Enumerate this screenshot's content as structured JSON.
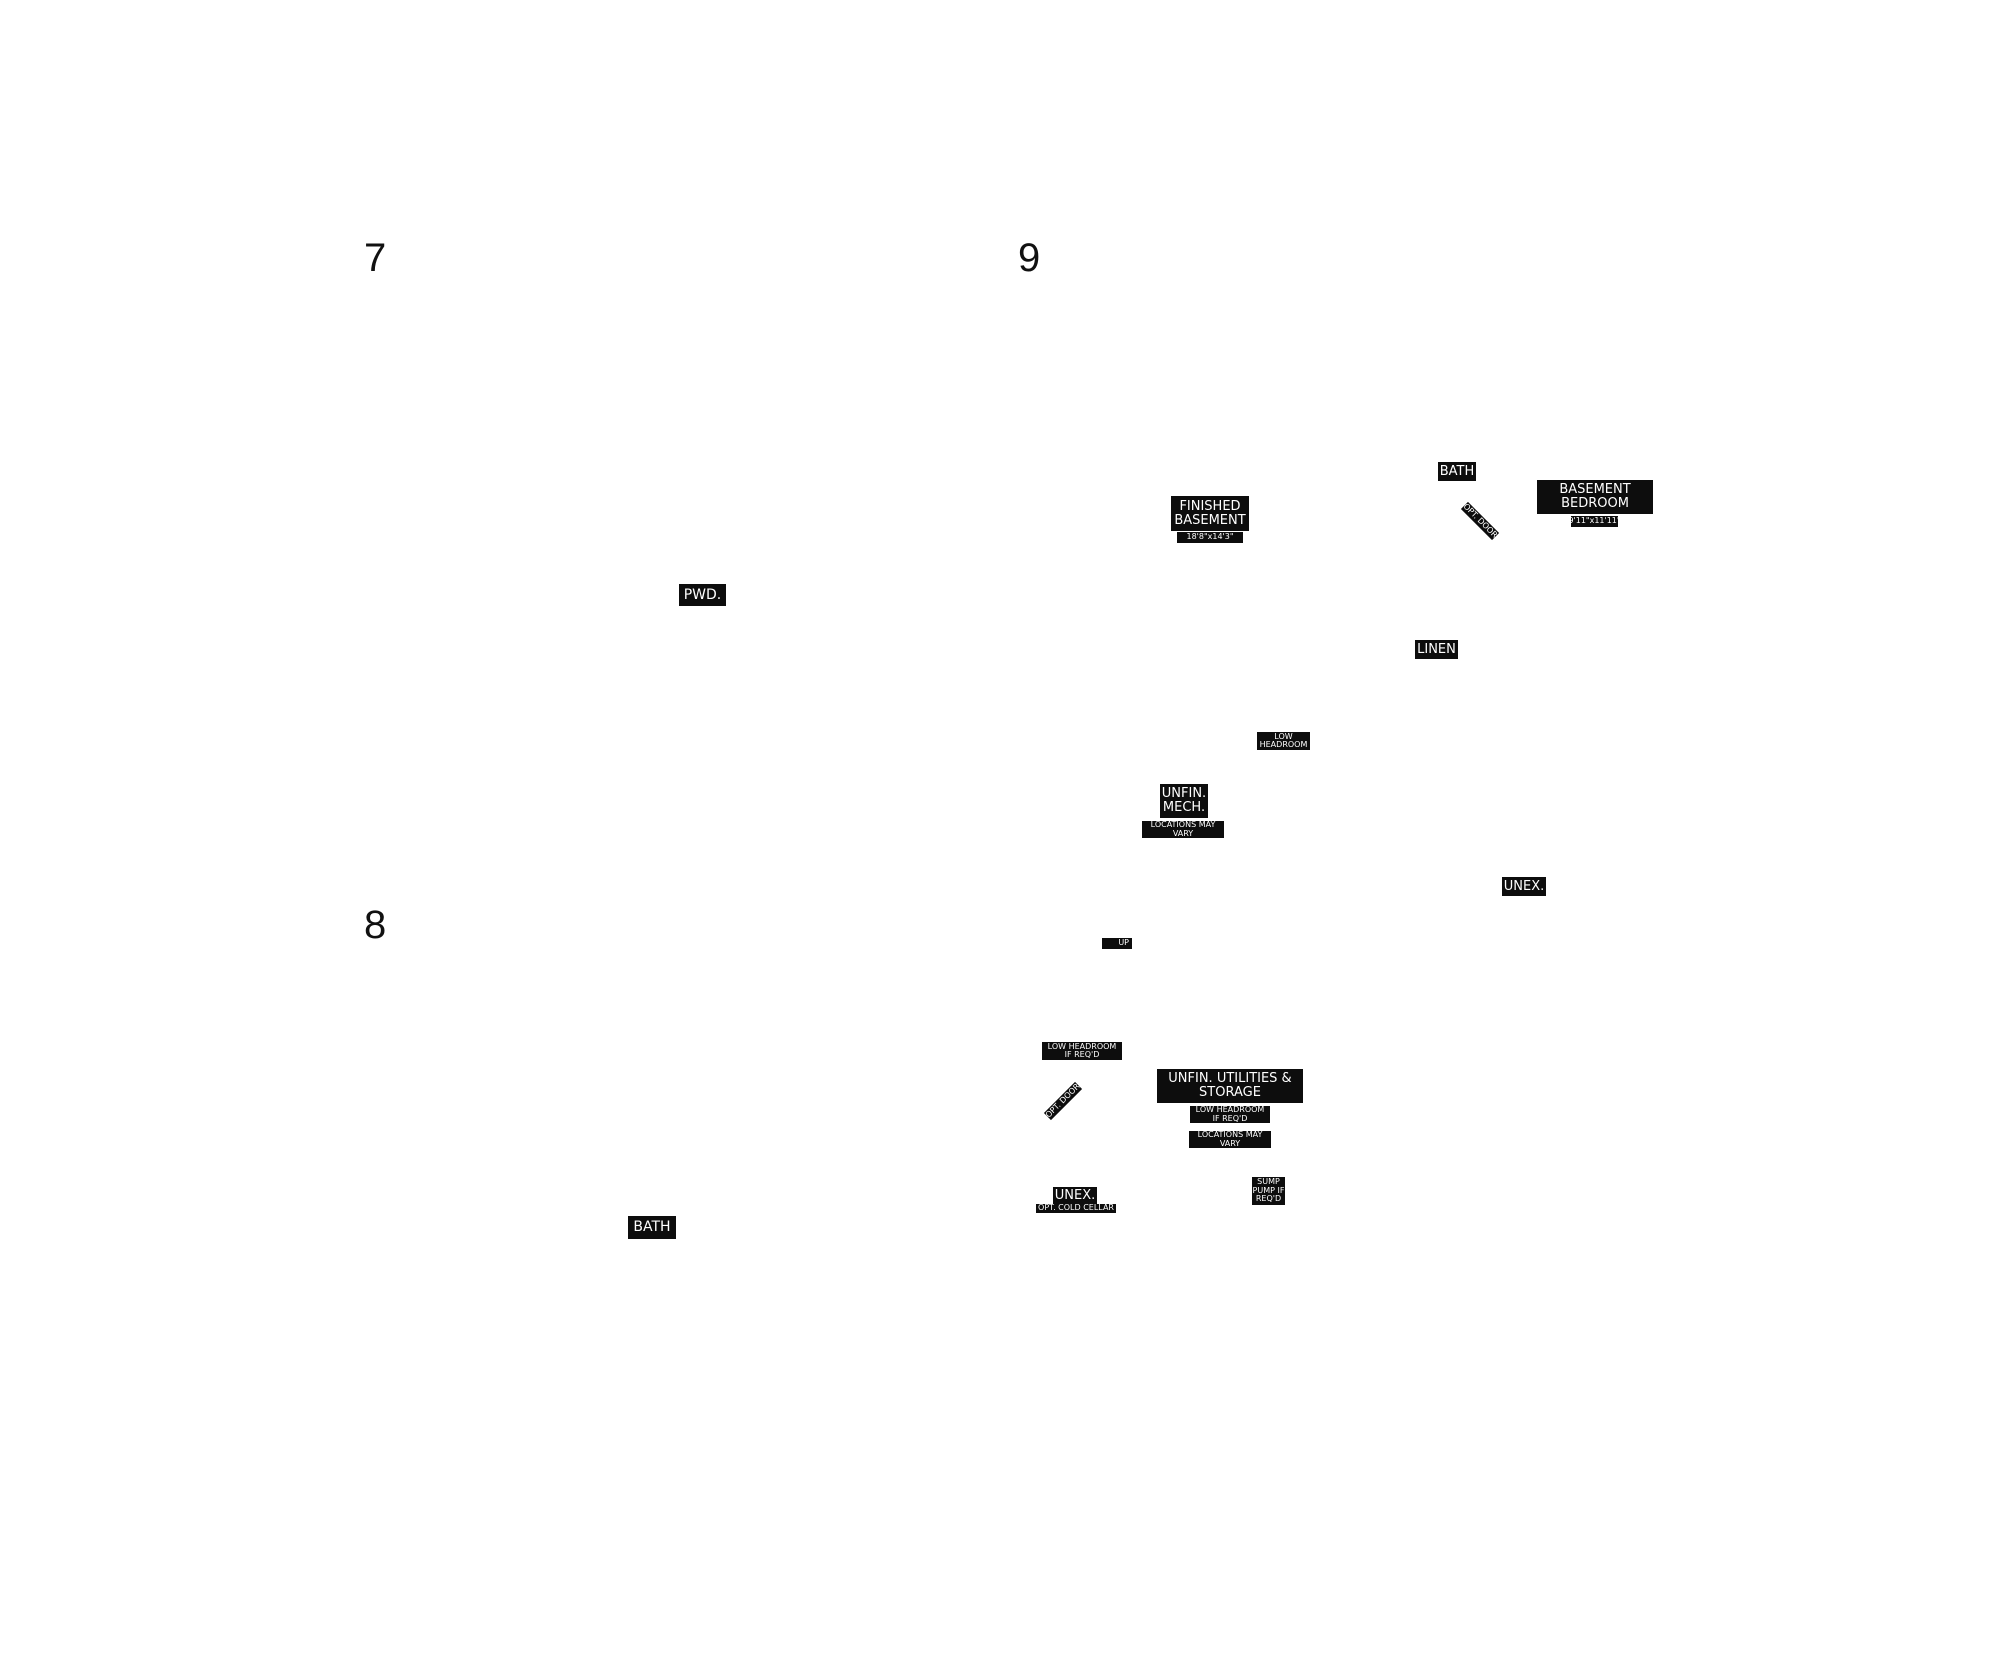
{
  "section_numbers": [
    "7",
    "8",
    "9"
  ],
  "plan_7": {
    "pwd": "PWD."
  },
  "plan_8": {
    "bath": "BATH"
  },
  "plan_9": {
    "bath": "BATH",
    "basement_bedroom": {
      "line1": "BASEMENT",
      "line2": "BEDROOM",
      "dims": "9'11\"x11'11\""
    },
    "opt_door_top": "OPT. DOOR",
    "finished_basement": {
      "line1": "FINISHED",
      "line2": "BASEMENT",
      "dims": "18'8\"x14'3\""
    },
    "linen": "LINEN",
    "low_headroom": {
      "line1": "LOW",
      "line2": "HEADROOM"
    },
    "unfin_mech": {
      "line1": "UNFIN.",
      "line2": "MECH.",
      "note_line1": "LOCATIONS MAY",
      "note_line2": "VARY"
    },
    "unex_right": "UNEX.",
    "up": "UP",
    "low_headroom_left": {
      "line1": "LOW HEADROOM",
      "line2": "IF REQ'D"
    },
    "opt_door_bottom": "OPT. DOOR",
    "unfin_utilities": {
      "line1": "UNFIN. UTILITIES &",
      "line2": "STORAGE",
      "note1_line1": "LOW HEADROOM",
      "note1_line2": "IF REQ'D",
      "note2_line1": "LOCATIONS MAY",
      "note2_line2": "VARY"
    },
    "sump_pump": {
      "line1": "SUMP",
      "line2": "PUMP IF",
      "line3": "REQ'D"
    },
    "unex_bottom": {
      "label": "UNEX.",
      "sub": "OPT. COLD CELLAR"
    }
  }
}
